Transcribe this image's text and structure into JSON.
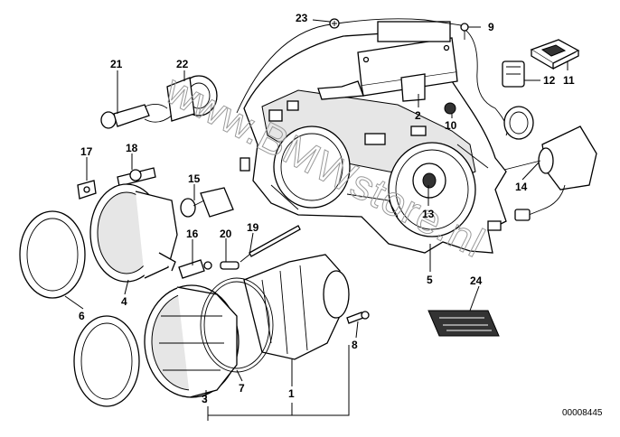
{
  "watermark": "www.BMWstore.nl",
  "diagram_number": "00008445",
  "callouts": [
    "23",
    "9",
    "21",
    "22",
    "12",
    "11",
    "2",
    "10",
    "17",
    "18",
    "15",
    "14",
    "13",
    "19",
    "16",
    "20",
    "5",
    "24",
    "4",
    "6",
    "8",
    "3",
    "7",
    "1"
  ]
}
